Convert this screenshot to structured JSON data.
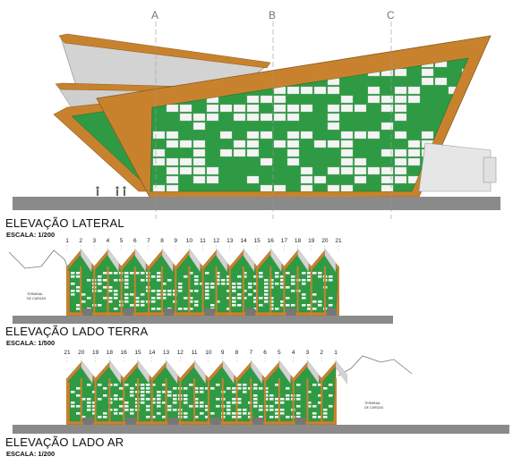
{
  "grid_axes": [
    "A",
    "B",
    "C"
  ],
  "sections": [
    {
      "title": "ELEVAÇÃO LATERAL",
      "scale": "ESCALA: 1/200"
    },
    {
      "title": "ELEVAÇÃO LADO TERRA",
      "scale": "ESCALA: 1/500"
    },
    {
      "title": "ELEVAÇÃO LADO AR",
      "scale": "ESCALA: 1/200"
    }
  ],
  "terra_columns": [
    "1",
    "2",
    "3",
    "4",
    "5",
    "6",
    "7",
    "8",
    "9",
    "10",
    "11",
    "12",
    "13",
    "14",
    "15",
    "16",
    "17",
    "18",
    "19",
    "20",
    "21"
  ],
  "ar_columns": [
    "21",
    "20",
    "19",
    "18",
    "16",
    "15",
    "14",
    "13",
    "12",
    "11",
    "10",
    "9",
    "8",
    "7",
    "6",
    "5",
    "4",
    "3",
    "2",
    "1"
  ],
  "annotations": {
    "terra_left_note": [
      "TERMINAL",
      "DE CARGAS"
    ],
    "ar_right_note": [
      "TERMINAL",
      "DE CARGAS"
    ]
  },
  "colors": {
    "wood_frame": "#c8822e",
    "glass_green": "#2f9a44",
    "panel_white": "#f4f4f4",
    "ground": "#8a8a8a",
    "roof_grey": "#d3d3d3"
  }
}
